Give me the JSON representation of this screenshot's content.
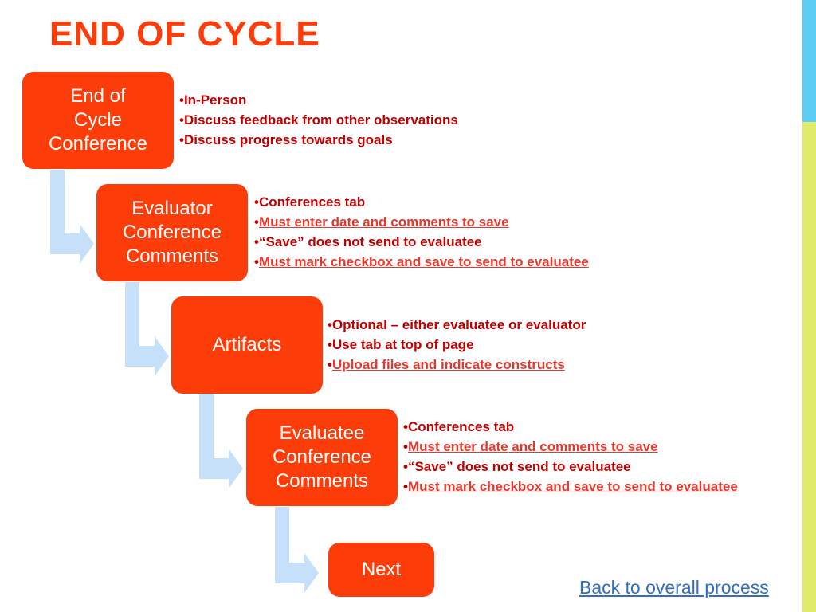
{
  "theme": {
    "accent": "#fc3d0a",
    "text_red": "#c00000",
    "link_red": "#e7382d",
    "arrow_blue": "#c5e0f8",
    "stripe_top": "#5ccdf5",
    "stripe_bottom": "#e1eb6a",
    "back_link_blue": "#2f6ec8"
  },
  "title": "END OF CYCLE",
  "steps": [
    {
      "label": "End of\nCycle\nConference",
      "bullets": [
        {
          "text": "In-Person",
          "link": false
        },
        {
          "text": "Discuss feedback from other observations",
          "link": false
        },
        {
          "text": "Discuss progress towards goals",
          "link": false
        }
      ]
    },
    {
      "label": "Evaluator\nConference\nComments",
      "bullets": [
        {
          "text": "Conferences tab",
          "link": false
        },
        {
          "text": "Must enter date and comments to save",
          "link": true
        },
        {
          "text": "“Save” does not send to evaluatee",
          "link": false
        },
        {
          "text": "Must mark checkbox and save to send to evaluatee",
          "link": true
        }
      ]
    },
    {
      "label": "Artifacts",
      "bullets": [
        {
          "text": "Optional – either evaluatee or evaluator",
          "link": false
        },
        {
          "text": "Use tab at top of page",
          "link": false
        },
        {
          "text": "Upload files and indicate constructs",
          "link": true
        }
      ]
    },
    {
      "label": "Evaluatee\nConference\nComments",
      "bullets": [
        {
          "text": "Conferences tab",
          "link": false
        },
        {
          "text": "Must enter date and comments to save",
          "link": true
        },
        {
          "text": "“Save” does not send to evaluatee",
          "link": false
        },
        {
          "text": "Must mark checkbox and save to send to evaluatee",
          "link": true
        }
      ]
    },
    {
      "label": "Next",
      "bullets": []
    }
  ],
  "bullet_char": "•",
  "back_link": "Back to overall process"
}
